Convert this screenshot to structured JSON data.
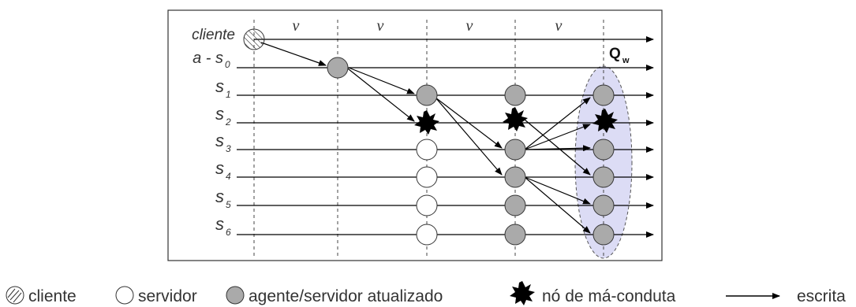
{
  "diagram": {
    "row_labels": [
      {
        "main": "cliente",
        "sub": ""
      },
      {
        "main": "a - s",
        "sub": "0"
      },
      {
        "main": "s",
        "sub": "1"
      },
      {
        "main": "s",
        "sub": "2"
      },
      {
        "main": "s",
        "sub": "3"
      },
      {
        "main": "s",
        "sub": "4"
      },
      {
        "main": "s",
        "sub": "5"
      },
      {
        "main": "s",
        "sub": "6"
      }
    ],
    "round_labels": [
      "v",
      "v",
      "v",
      "v"
    ],
    "quorum_label": {
      "main": "Q",
      "sub": "w"
    },
    "colors": {
      "frame": "#333333",
      "line": "#000000",
      "updated_node": "#aaaaaa",
      "server_node": "#ffffff",
      "misbehaving_node": "#000000",
      "quorum_fill": "#dcdcf5",
      "quorum_stroke": "#555555"
    }
  },
  "legend": {
    "client_label": "cliente",
    "server_label": "servidor",
    "updated_label": "agente/servidor atualizado",
    "misbehaving_label": "nó de má-conduta",
    "write_label": "escrita"
  }
}
